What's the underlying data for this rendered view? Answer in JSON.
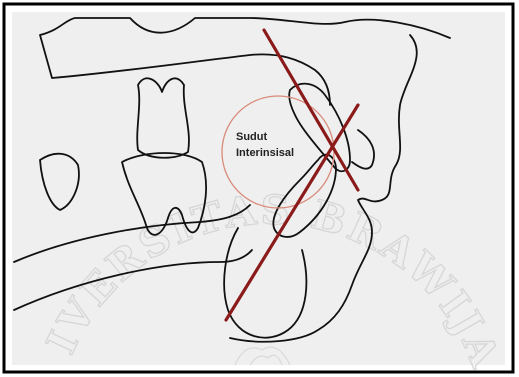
{
  "figure": {
    "label_line1": "Sudut",
    "label_line2": "Interinsisal",
    "watermark": "UNIVERSITAS BRAWIJAYA",
    "colors": {
      "background": "#efefef",
      "frame": "#000000",
      "outline": "#111111",
      "axis_line": "#8b1a1a",
      "angle_arc": "#d98a7a",
      "watermark": "#d6d6d6"
    }
  }
}
